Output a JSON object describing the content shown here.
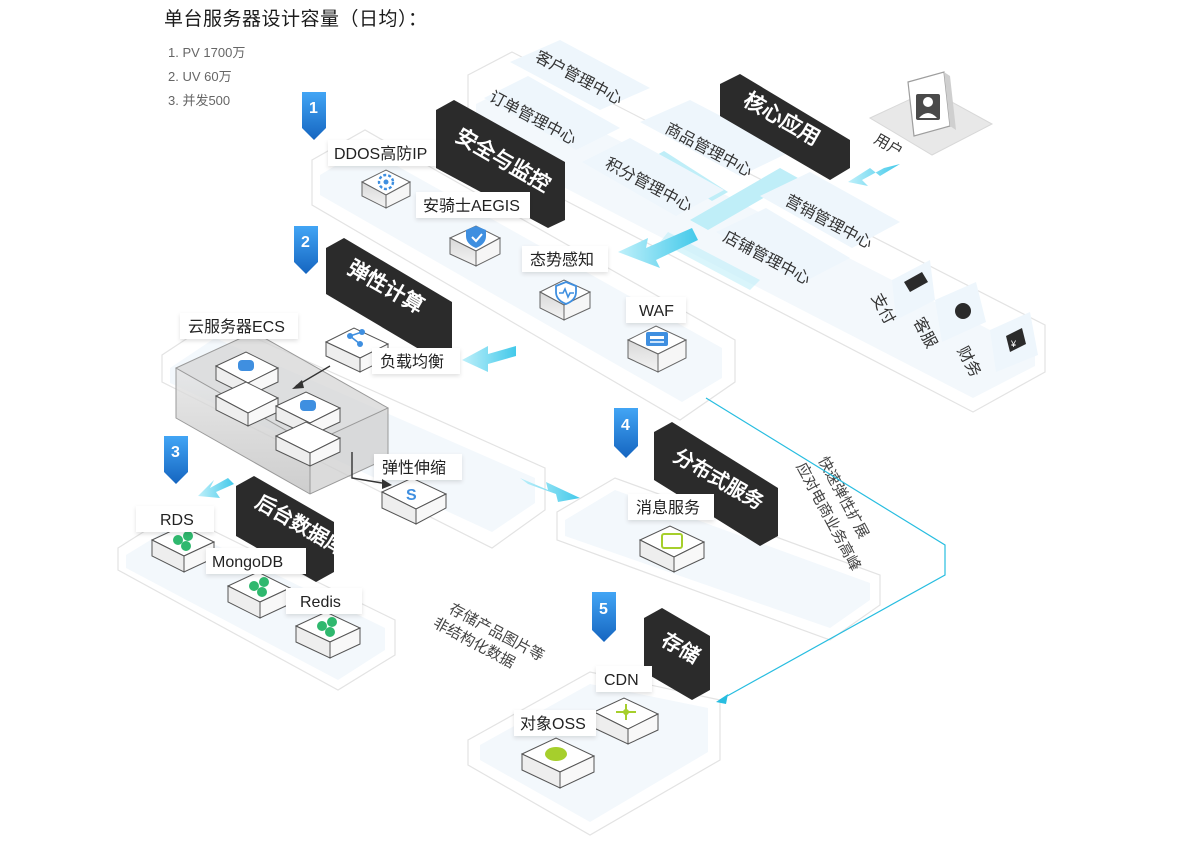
{
  "spec": {
    "title": "单台服务器设计容量（日均）：",
    "items": [
      "1. PV 1700万",
      "2. UV 60万",
      "3. 并发500"
    ]
  },
  "steps": [
    "1",
    "2",
    "3",
    "4",
    "5"
  ],
  "zones": {
    "core": {
      "title": "核心应用",
      "centers": [
        "客户管理中心",
        "订单管理中心",
        "商品管理中心",
        "积分管理中心",
        "营销管理中心",
        "店铺管理中心"
      ],
      "small": [
        "支付",
        "客服",
        "财务"
      ]
    },
    "user": "用户",
    "security": {
      "title": "安全与监控",
      "items": [
        "DDOS高防IP",
        "安骑士AEGIS",
        "态势感知",
        "WAF"
      ]
    },
    "compute": {
      "title": "弹性计算",
      "items": [
        "云服务器ECS",
        "负载均衡",
        "弹性伸缩"
      ]
    },
    "database": {
      "title": "后台数据库",
      "items": [
        "RDS",
        "MongoDB",
        "Redis"
      ]
    },
    "distributed": {
      "title": "分布式服务",
      "items": [
        "消息服务"
      ]
    },
    "storage": {
      "title": "存储",
      "items": [
        "CDN",
        "对象OSS"
      ]
    }
  },
  "notes": {
    "elastic": [
      "快速弹性扩展",
      "应对电商业务高峰"
    ],
    "storage": [
      "存储产品图片等",
      "非结构化数据"
    ]
  },
  "colors": {
    "accent_blue": "#1e88e5",
    "cyan": "#5dd5ee",
    "dark_label": "#2b2b2b",
    "icon_blue": "#3f8fe0",
    "icon_green": "#2fb86e",
    "icon_lime": "#a6cf2c"
  }
}
